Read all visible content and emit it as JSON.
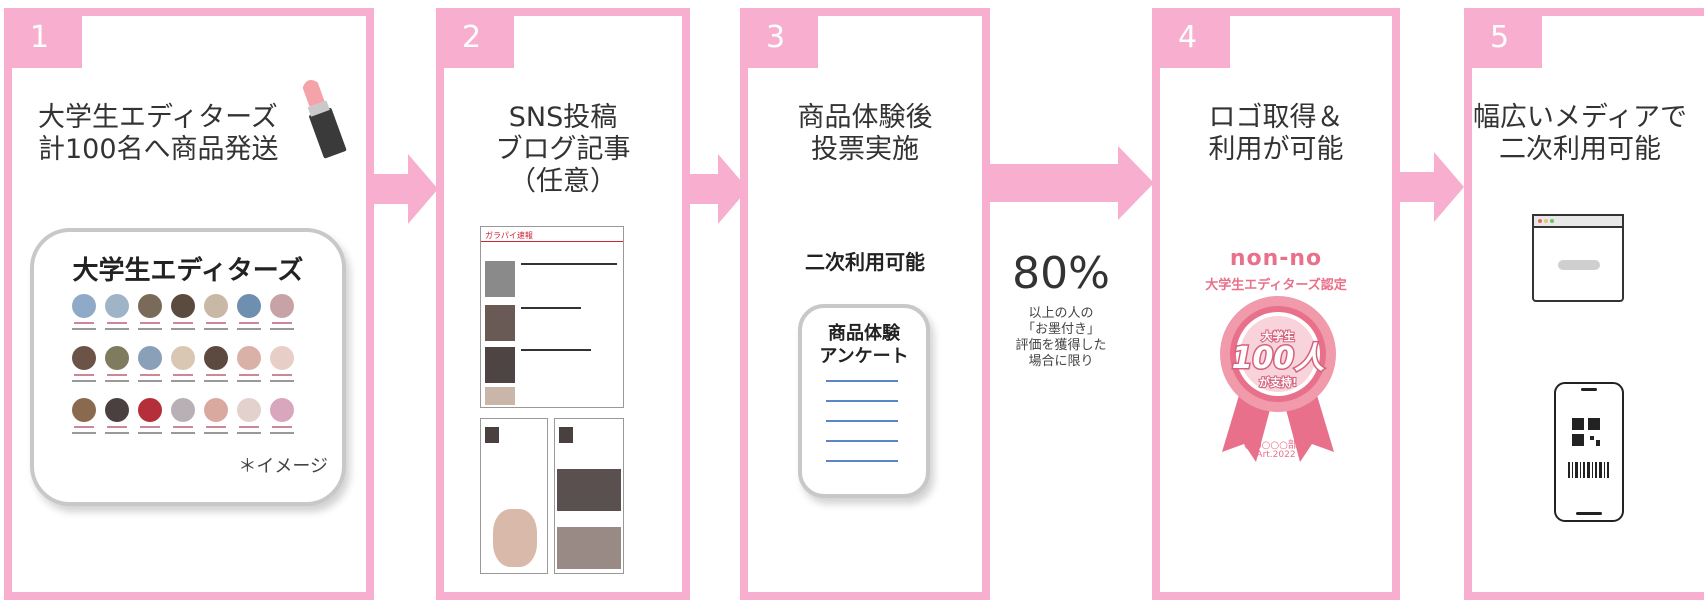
{
  "steps": [
    {
      "num": "1",
      "title": "大学生エディターズ\n計100名へ商品発送",
      "card_title": "大学生エディターズ",
      "card_note": "＊イメージ"
    },
    {
      "num": "2",
      "title": "SNS投稿\nブログ記事\n（任意）",
      "blog_header": "ガラパイ速報"
    },
    {
      "num": "3",
      "title": "商品体験後\n投票実施",
      "secondary": "二次利用可能",
      "survey": "商品体験\nアンケート"
    },
    {
      "num": "4",
      "title": "ロゴ取得＆\n利用が可能",
      "badge": {
        "brand": "non-no",
        "line1": "大学生エディターズ認定",
        "line2": "大学生",
        "line3": "100人",
        "line4": "が支持!",
        "line5": "○○○○○部門",
        "line6": "Art.2022"
      }
    },
    {
      "num": "5",
      "title": "幅広いメディアで\n二次利用可能"
    }
  ],
  "stat": {
    "value": "80%",
    "caption": "以上の人の\n「お墨付き」\n評価を獲得した\n場合に限り"
  },
  "colors": {
    "pink": "#f7aecf",
    "badge": "#e8708a",
    "blue": "#5b86c5"
  }
}
